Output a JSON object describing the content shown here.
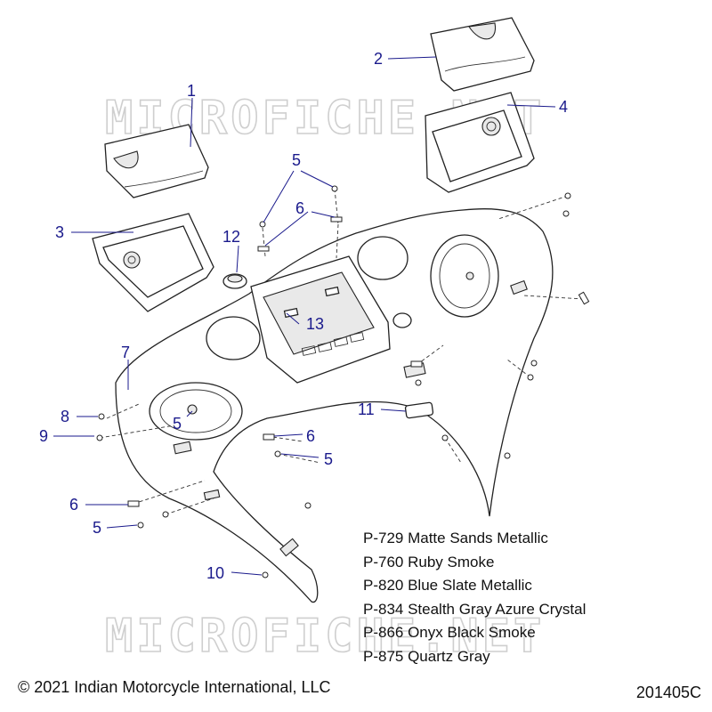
{
  "watermark_text": "MICROFICHE.NET",
  "callouts": [
    {
      "id": "c1",
      "label": "1"
    },
    {
      "id": "c2",
      "label": "2"
    },
    {
      "id": "c3",
      "label": "3"
    },
    {
      "id": "c4",
      "label": "4"
    },
    {
      "id": "c5a",
      "label": "5"
    },
    {
      "id": "c6a",
      "label": "6"
    },
    {
      "id": "c12",
      "label": "12"
    },
    {
      "id": "c13",
      "label": "13"
    },
    {
      "id": "c7",
      "label": "7"
    },
    {
      "id": "c8",
      "label": "8"
    },
    {
      "id": "c9",
      "label": "9"
    },
    {
      "id": "c5b",
      "label": "5"
    },
    {
      "id": "c6b",
      "label": "6"
    },
    {
      "id": "c5c",
      "label": "5"
    },
    {
      "id": "c11",
      "label": "11"
    },
    {
      "id": "c6c",
      "label": "6"
    },
    {
      "id": "c5d",
      "label": "5"
    },
    {
      "id": "c10",
      "label": "10"
    }
  ],
  "color_codes": [
    "P-729 Matte Sands Metallic",
    "P-760 Ruby Smoke",
    "P-820 Blue Slate Metallic",
    "P-834 Stealth Gray Azure Crystal",
    "P-866 Onyx Black Smoke",
    "P-875 Quartz Gray"
  ],
  "copyright": "© 2021 Indian Motorcycle International, LLC",
  "drawing_number": "201405C",
  "colors": {
    "callout": "#1a1a8c",
    "line": "#222222",
    "watermark": "#cfcfcf"
  }
}
